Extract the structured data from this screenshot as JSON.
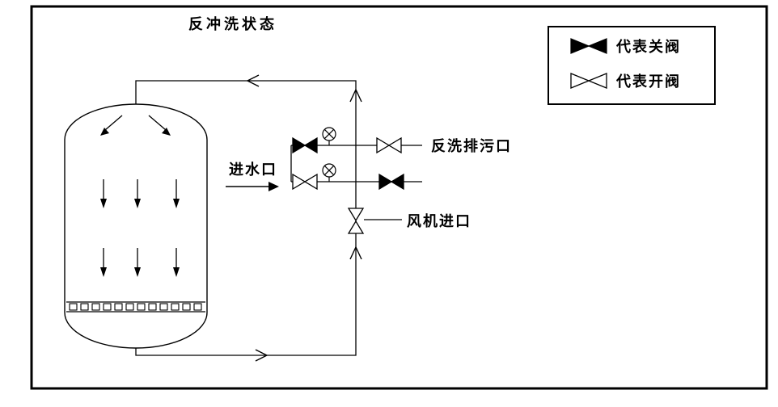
{
  "title": "反冲洗状态",
  "legend": {
    "items": [
      {
        "icon": "closed-valve-icon",
        "label": "代表关阀"
      },
      {
        "icon": "open-valve-icon",
        "label": "代表开阀"
      }
    ]
  },
  "labels": {
    "water_inlet": "进水口",
    "backwash_drain": "反洗排污口",
    "fan_inlet": "风机进口"
  },
  "colors": {
    "line": "#000000",
    "background": "#ffffff"
  }
}
